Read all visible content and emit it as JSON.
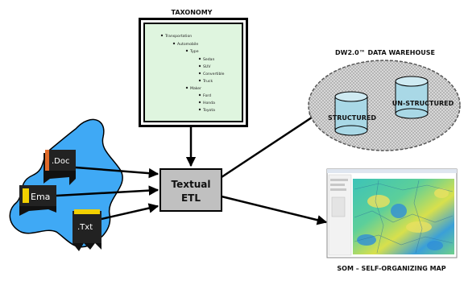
{
  "taxonomy": {
    "title": "TAXONOMY",
    "tree": {
      "root": "Transportation",
      "automobile": "Automobile",
      "type": "Type",
      "types": [
        "Sedan",
        "SUV",
        "Convertible",
        "Truck"
      ],
      "maker": "Maker",
      "makers": [
        "Ford",
        "Honda",
        "Toyota"
      ]
    }
  },
  "sources": {
    "doc": ".Doc",
    "email": "Ema",
    "txt": ".Txt"
  },
  "etl": {
    "line1": "Textual",
    "line2": "ETL"
  },
  "warehouse": {
    "title": "DW2.0™ DATA WAREHOUSE",
    "structured": "STRUCTURED",
    "unstructured": "UN-STRUCTURED"
  },
  "som": {
    "caption": "SOM – SELF-ORGANIZING MAP"
  },
  "colors": {
    "taxonomy_fill": "#dff5df",
    "blob": "#3fa9f5",
    "etl_fill": "#c0c0c0",
    "cylinder": "#a9d8e6",
    "doc_tab": "#e06a2a",
    "email_tab": "#f2d000"
  }
}
